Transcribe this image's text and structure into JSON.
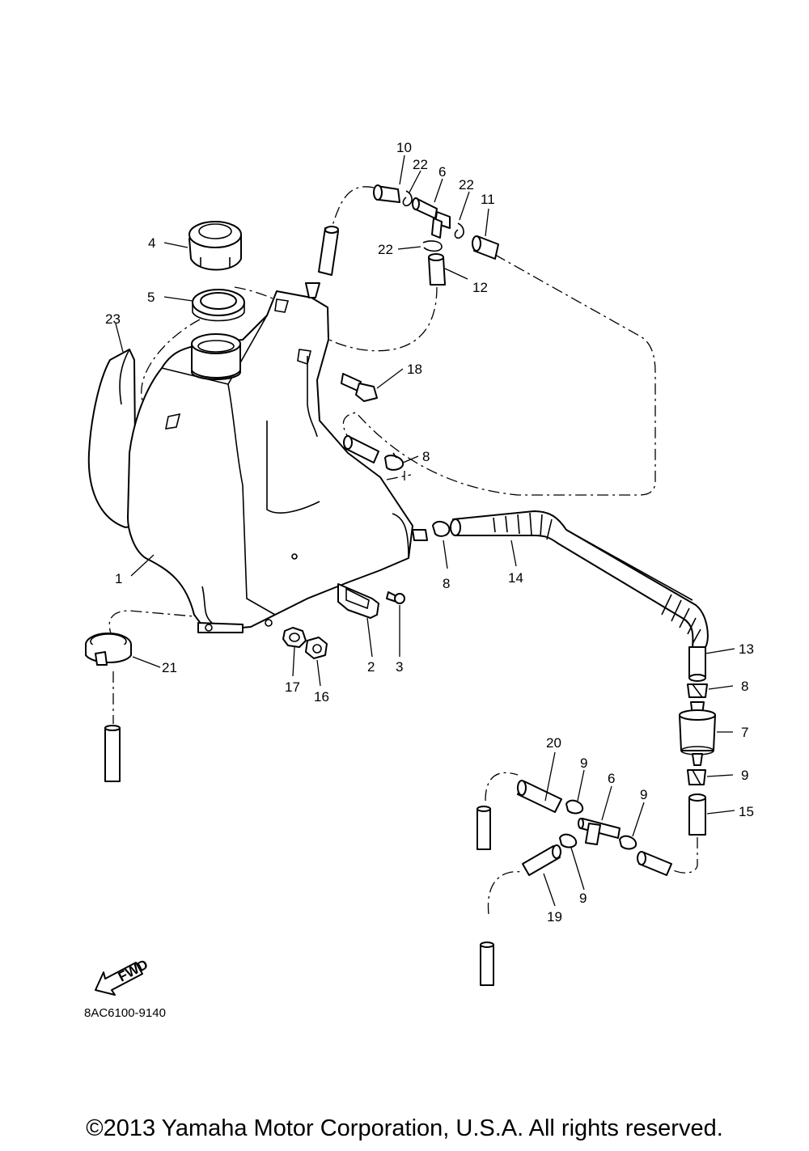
{
  "diagram": {
    "callouts": [
      {
        "id": "c1",
        "label": "1"
      },
      {
        "id": "c2",
        "label": "2"
      },
      {
        "id": "c3",
        "label": "3"
      },
      {
        "id": "c4",
        "label": "4"
      },
      {
        "id": "c5",
        "label": "5"
      },
      {
        "id": "c6a",
        "label": "6"
      },
      {
        "id": "c6b",
        "label": "6"
      },
      {
        "id": "c7",
        "label": "7"
      },
      {
        "id": "c8a",
        "label": "8"
      },
      {
        "id": "c8b",
        "label": "8"
      },
      {
        "id": "c8c",
        "label": "8"
      },
      {
        "id": "c9a",
        "label": "9"
      },
      {
        "id": "c9b",
        "label": "9"
      },
      {
        "id": "c9c",
        "label": "9"
      },
      {
        "id": "c9d",
        "label": "9"
      },
      {
        "id": "c10",
        "label": "10"
      },
      {
        "id": "c11",
        "label": "11"
      },
      {
        "id": "c12",
        "label": "12"
      },
      {
        "id": "c13",
        "label": "13"
      },
      {
        "id": "c14",
        "label": "14"
      },
      {
        "id": "c15",
        "label": "15"
      },
      {
        "id": "c16",
        "label": "16"
      },
      {
        "id": "c17",
        "label": "17"
      },
      {
        "id": "c18",
        "label": "18"
      },
      {
        "id": "c19",
        "label": "19"
      },
      {
        "id": "c20",
        "label": "20"
      },
      {
        "id": "c21",
        "label": "21"
      },
      {
        "id": "c22a",
        "label": "22"
      },
      {
        "id": "c22b",
        "label": "22"
      },
      {
        "id": "c22c",
        "label": "22"
      },
      {
        "id": "c23",
        "label": "23"
      }
    ],
    "fwd_label": "FWD",
    "code": "8AC6100-9140"
  },
  "footer": {
    "copyright": "©2013 Yamaha Motor Corporation, U.S.A. All rights reserved."
  }
}
